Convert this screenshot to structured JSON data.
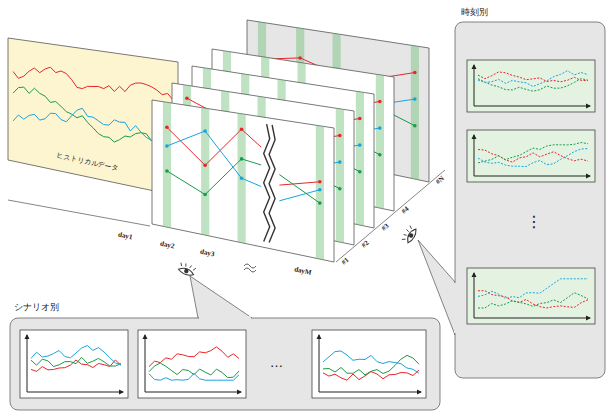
{
  "diagram": {
    "nodes": [
      {
        "text": [
          "ヒストリカルデータ"
        ]
      },
      {
        "text": [
          "時刻別"
        ]
      },
      {
        "text": [
          "シナリオ別"
        ]
      }
    ],
    "labels": [
      "day1",
      "day2",
      "day3",
      "dayM",
      "#1",
      "#2",
      "#3",
      "#4",
      "#N",
      "⋮",
      "…"
    ]
  }
}
